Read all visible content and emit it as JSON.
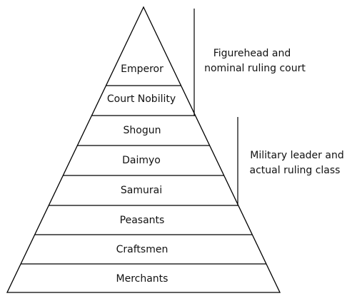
{
  "diagram": {
    "tiers": [
      {
        "label": "Emperor"
      },
      {
        "label": "Court Nobility"
      },
      {
        "label": "Shogun"
      },
      {
        "label": "Daimyo"
      },
      {
        "label": "Samurai"
      },
      {
        "label": "Peasants"
      },
      {
        "label": "Craftsmen"
      },
      {
        "label": "Merchants"
      }
    ],
    "annotations": [
      {
        "lines": [
          "Figurehead and",
          "nominal ruling court"
        ]
      },
      {
        "lines": [
          "Military leader and",
          "actual ruling class"
        ]
      }
    ],
    "colors": {
      "stroke": "#000000",
      "text": "#111111",
      "background": "#ffffff"
    }
  }
}
